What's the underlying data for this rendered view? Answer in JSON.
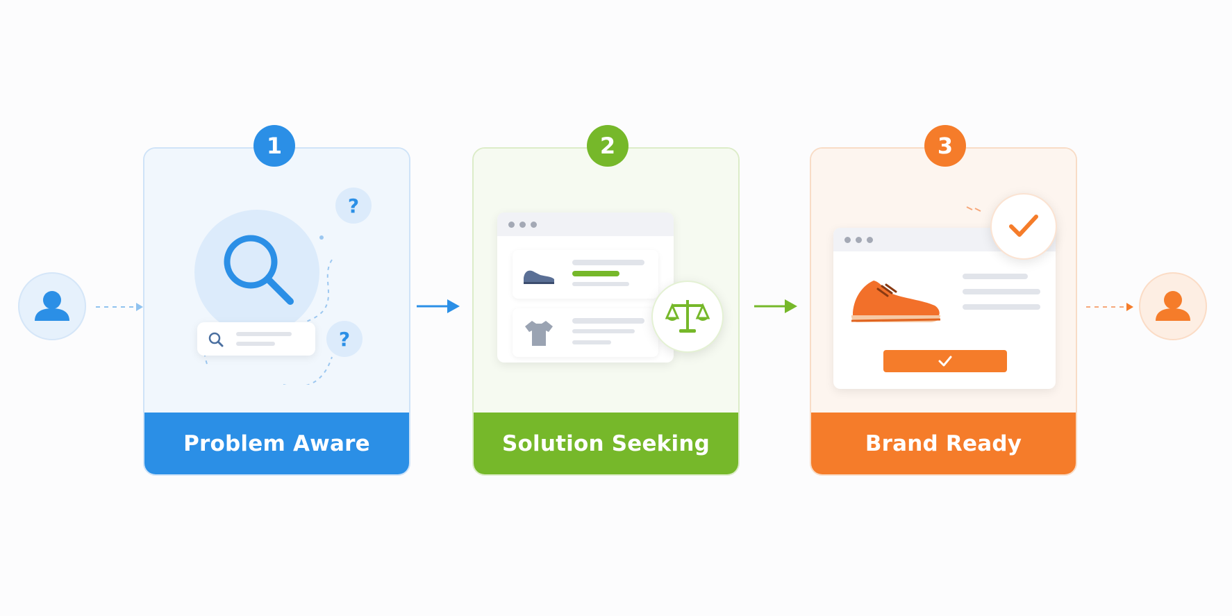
{
  "stages": [
    {
      "number": "1",
      "label": "Problem Aware",
      "color": "#2b8fe6"
    },
    {
      "number": "2",
      "label": "Solution Seeking",
      "color": "#76b82a"
    },
    {
      "number": "3",
      "label": "Brand Ready",
      "color": "#f57c2a"
    }
  ],
  "icons": {
    "start_persona": "user-icon",
    "end_persona": "user-icon",
    "stage1": [
      "magnifier-icon",
      "question-mark-icon",
      "search-bar-icon"
    ],
    "stage2": [
      "browser-window-icon",
      "shoe-icon",
      "tshirt-icon",
      "scale-balance-icon"
    ],
    "stage3": [
      "browser-window-icon",
      "sneaker-icon",
      "checkmark-icon",
      "buy-button-icon"
    ]
  },
  "colors": {
    "blue": "#2b8fe6",
    "green": "#76b82a",
    "orange": "#f57c2a"
  }
}
